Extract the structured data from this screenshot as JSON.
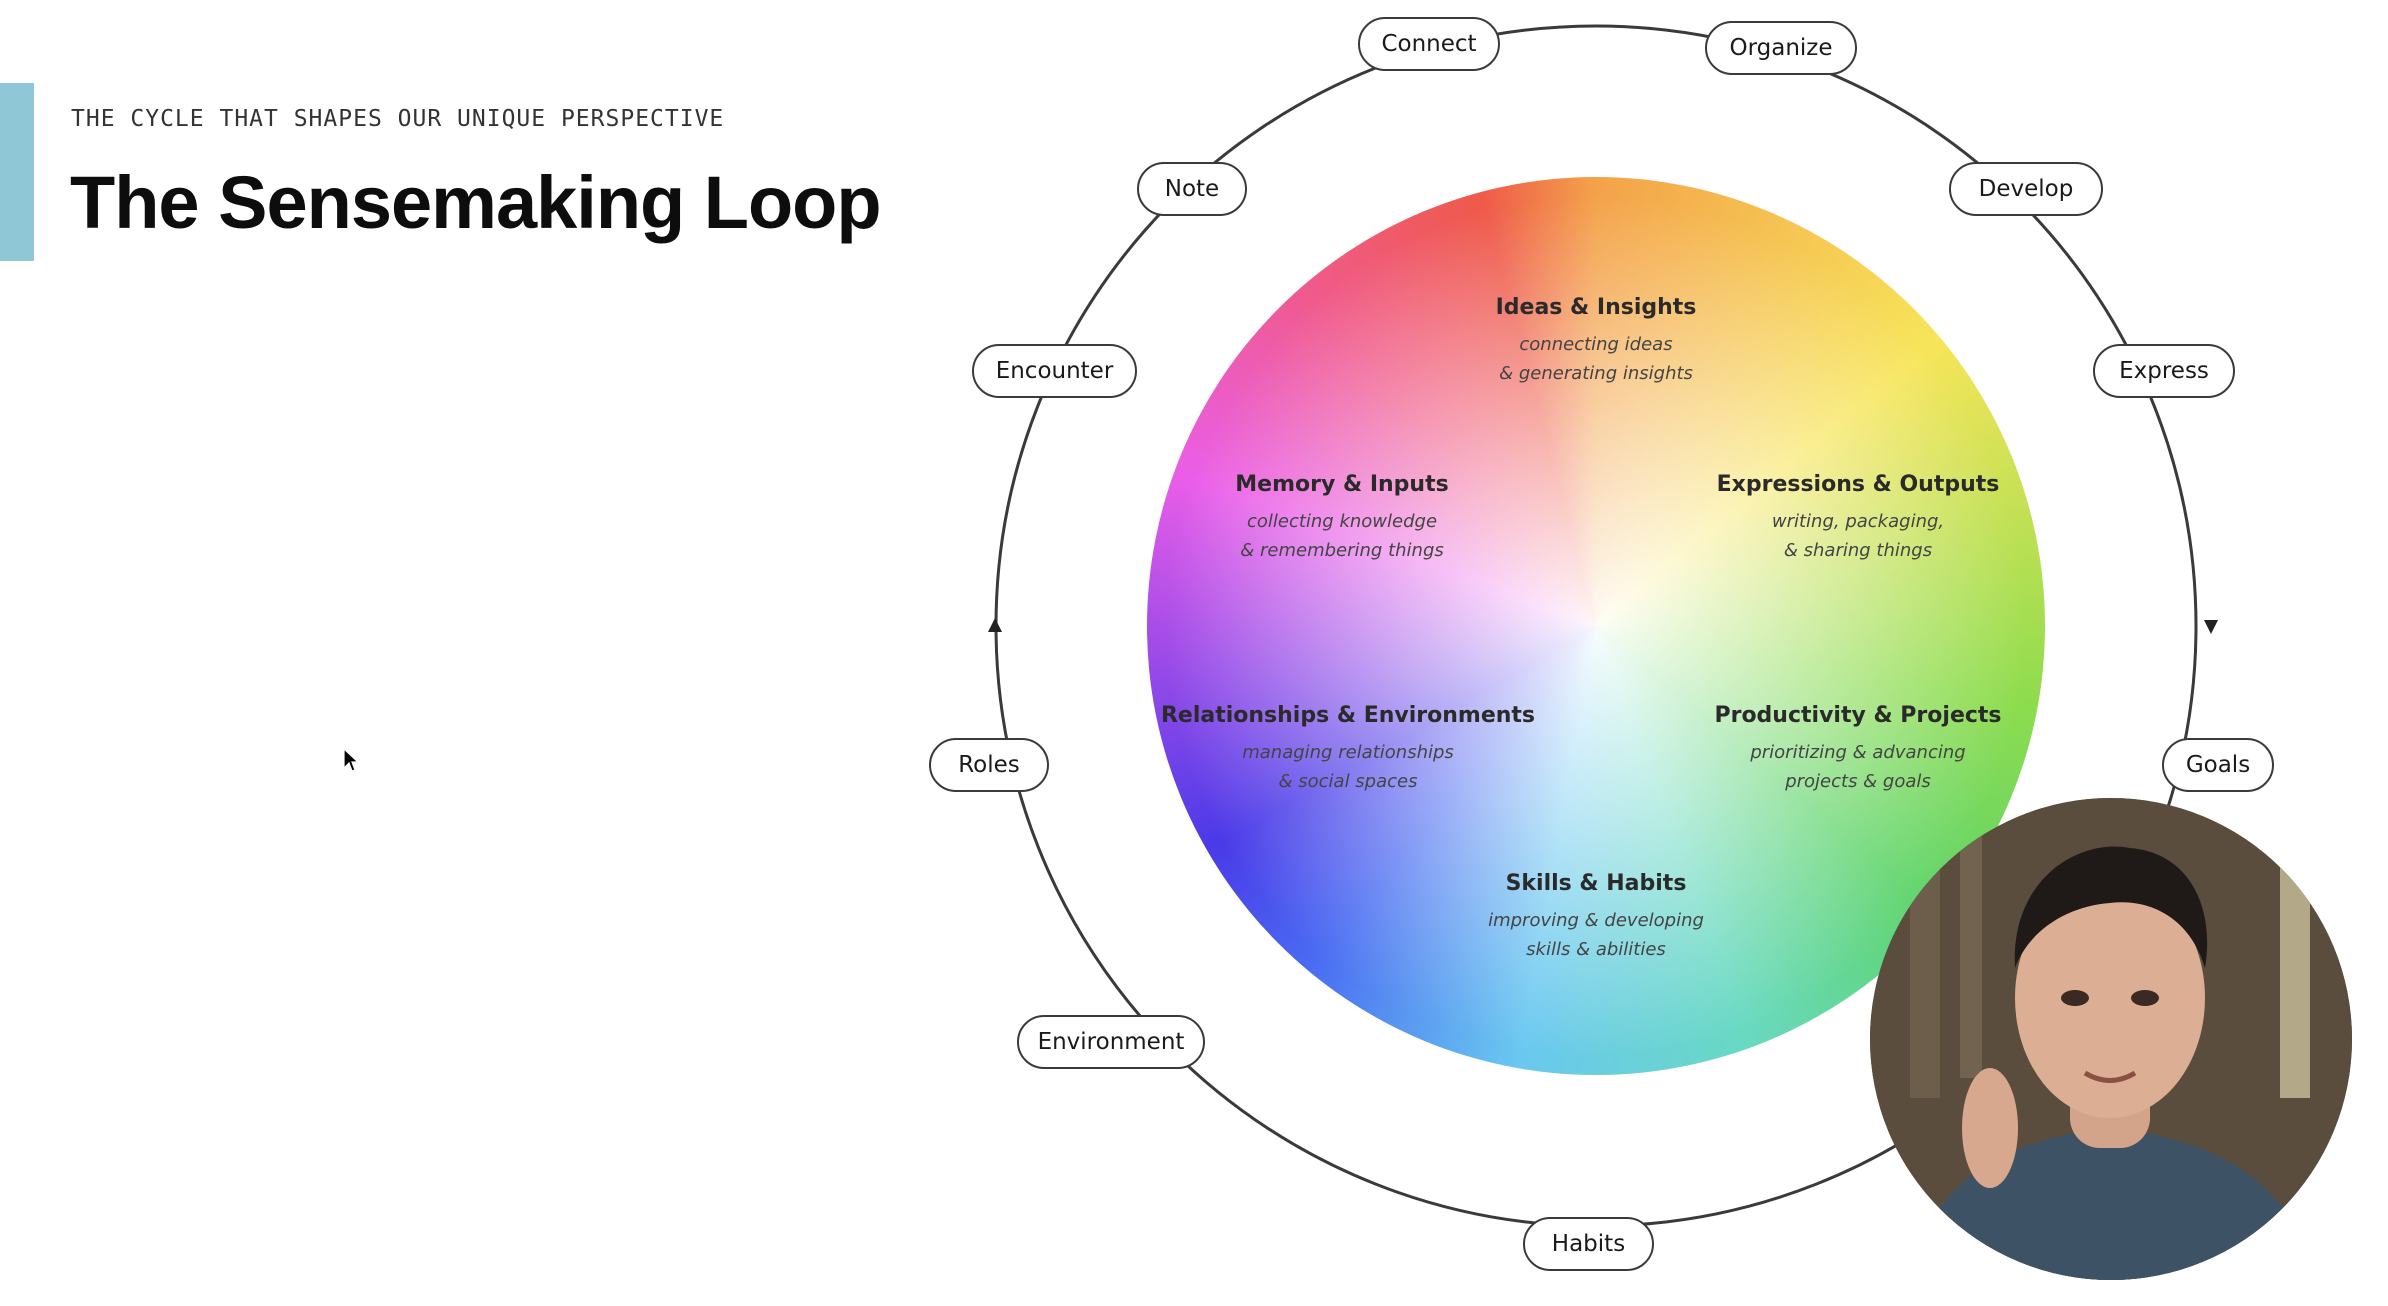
{
  "header": {
    "eyebrow": "THE CYCLE THAT SHAPES OUR UNIQUE PERSPECTIVE",
    "title": "The Sensemaking Loop"
  },
  "ring_nodes": [
    "Connect",
    "Organize",
    "Develop",
    "Express",
    "Goals",
    "Habits",
    "Environment",
    "Roles",
    "Encounter",
    "Note"
  ],
  "sectors": [
    {
      "title": "Ideas & Insights",
      "lines": [
        "connecting ideas",
        "& generating insights"
      ]
    },
    {
      "title": "Expressions & Outputs",
      "lines": [
        "writing, packaging,",
        "& sharing things"
      ]
    },
    {
      "title": "Productivity & Projects",
      "lines": [
        "prioritizing & advancing",
        "projects & goals"
      ]
    },
    {
      "title": "Skills & Habits",
      "lines": [
        "improving & developing",
        "skills & abilities"
      ]
    },
    {
      "title": "Relationships & Environments",
      "lines": [
        "managing relationships",
        "& social spaces"
      ]
    },
    {
      "title": "Memory & Inputs",
      "lines": [
        "collecting knowledge",
        "& remembering things"
      ]
    }
  ],
  "colors": {
    "accent_bar": "#8fc7d6",
    "ring": "#3a3a3a"
  }
}
